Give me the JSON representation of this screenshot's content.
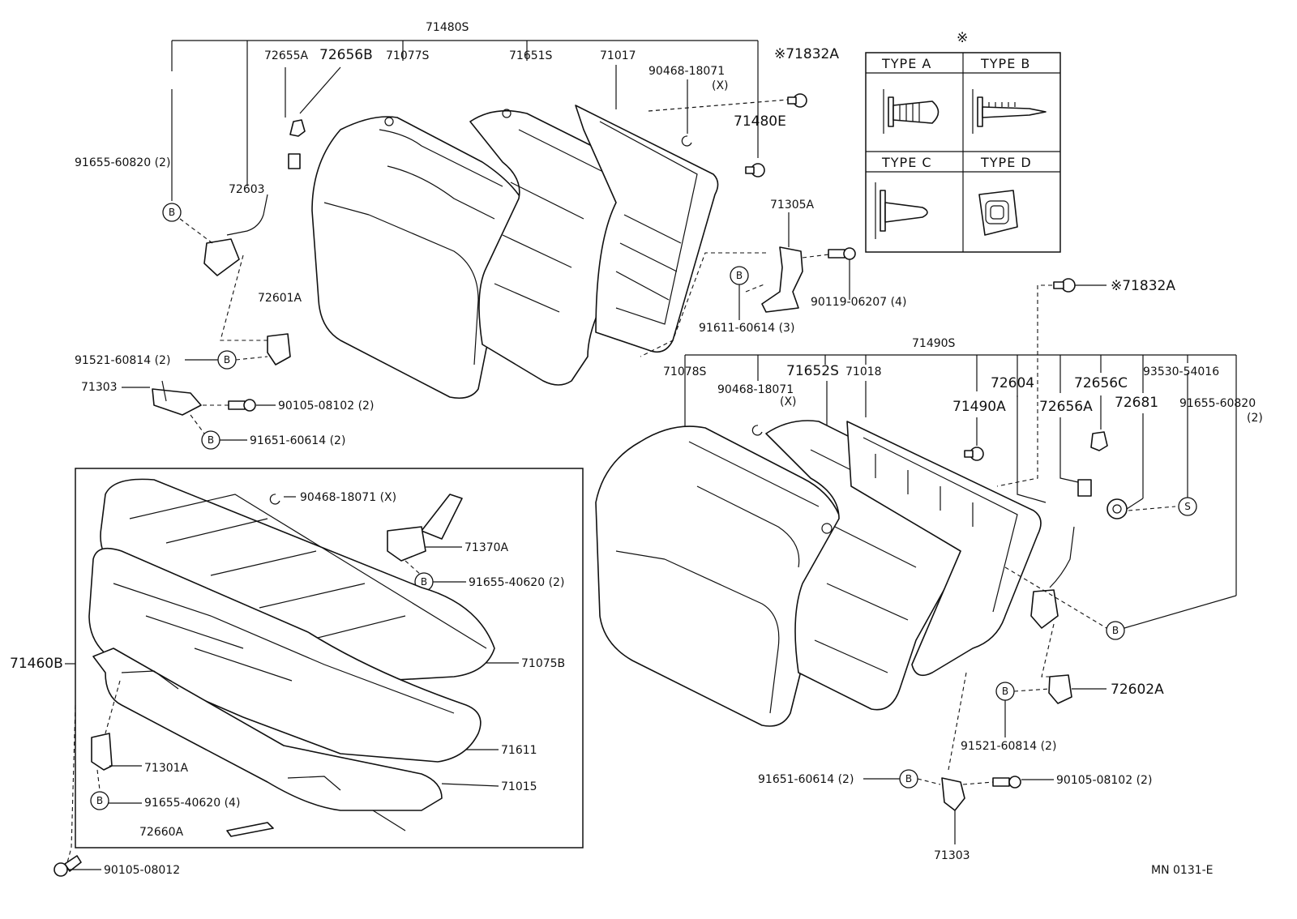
{
  "labels": {
    "assy_upper_left": "71480S",
    "assy_lower_right": "71490S",
    "p72655A": "72655A",
    "p72656B": "72656B",
    "p71077S": "71077S",
    "p71651S": "71651S",
    "p71017": "71017",
    "p90468_top": "90468-18071",
    "x_mark_1": "(X)",
    "p71832A_top": "※71832A",
    "p71480E": "71480E",
    "p91655_60820_left": "91655-60820 (2)",
    "p72603": "72603",
    "p71305A": "71305A",
    "p90119": "90119-06207 (4)",
    "p91611": "91611-60614 (3)",
    "p72601A": "72601A",
    "p91521_left": "91521-60814 (2)",
    "p71303_left": "71303",
    "p90105_08102_left": "90105-08102 (2)",
    "p91651_left": "91651-60614 (2)",
    "p71832A_right": "※71832A",
    "p71078S": "71078S",
    "p90468_mid": "90468-18071",
    "x_mark_2": "(X)",
    "p71652S": "71652S",
    "p71018": "71018",
    "p71490A": "71490A",
    "p72604": "72604",
    "p72656A": "72656A",
    "p72656C": "72656C",
    "p72681": "72681",
    "p93530": "93530-54016",
    "p91655_60820_right": "91655-60820",
    "p91655_60820_right_qty": "(2)",
    "p90468_cushion": "90468-18071 (X)",
    "p71370A": "71370A",
    "p91655_40620_top": "91655-40620 (2)",
    "p71460B": "71460B",
    "p71075B": "71075B",
    "p71611": "71611",
    "p71015": "71015",
    "p71301A": "71301A",
    "p91655_40620_bottom": "91655-40620 (4)",
    "p72660A": "72660A",
    "p90105_08012": "90105-08012",
    "p72602A": "72602A",
    "p91521_right": "91521-60814 (2)",
    "p91651_right": "91651-60614 (2)",
    "p90105_08102_right": "90105-08102 (2)",
    "p71303_right": "71303",
    "diagram_code": "MN 0131-E"
  },
  "callouts": {
    "b": "B",
    "s": "S"
  },
  "clip_table": {
    "header_mark": "※",
    "type_a": "TYPE A",
    "type_b": "TYPE B",
    "type_c": "TYPE C",
    "type_d": "TYPE D"
  }
}
